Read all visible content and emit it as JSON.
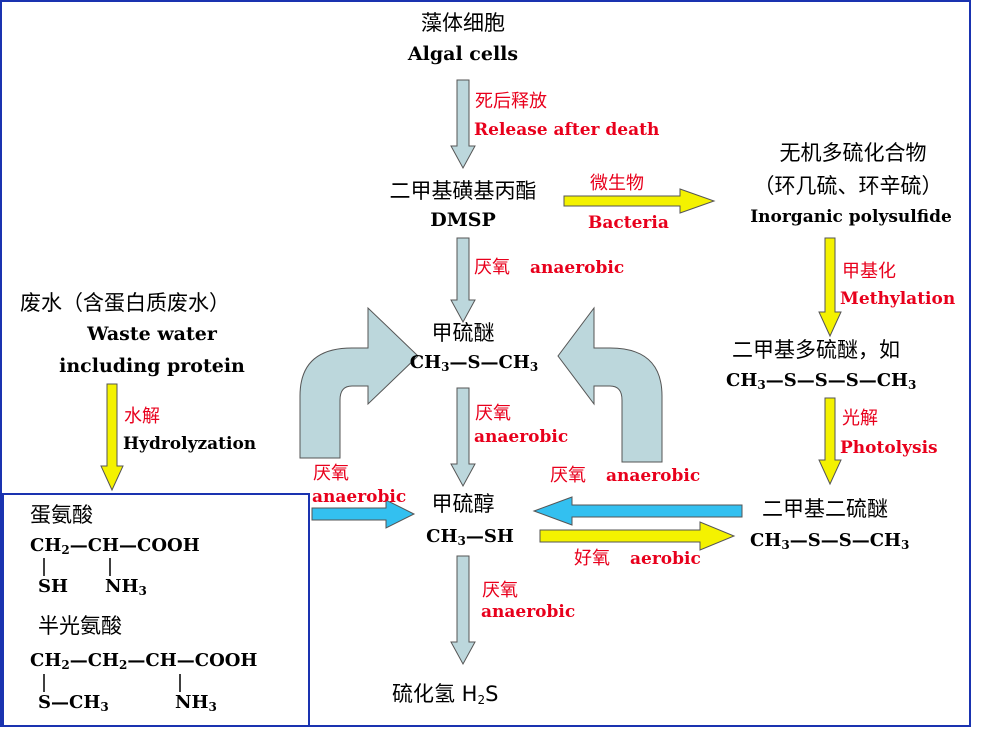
{
  "algal": {
    "zh": "藻体细胞",
    "en": "Algal cells"
  },
  "release": {
    "zh": "死后释放",
    "en": "Release after death"
  },
  "dmsp": {
    "zh": "二甲基磺基丙酯",
    "en": "DMSP"
  },
  "bacteria": {
    "zh": "微生物",
    "en": "Bacteria"
  },
  "polysulfide": {
    "zh": "无机多硫化合物",
    "zh2": "（环几硫、环辛硫）",
    "en": "Inorganic polysulfide"
  },
  "methylation": {
    "zh": "甲基化",
    "en": "Methylation"
  },
  "dmps": {
    "zh": "二甲基多硫醚，如",
    "formula": "CH3—S—S—S—CH3"
  },
  "photolysis": {
    "zh": "光解",
    "en": "Photolysis"
  },
  "dmds": {
    "zh": "二甲基二硫醚",
    "formula": "CH3—S—S—CH3"
  },
  "wastewater": {
    "zh": "废水（含蛋白质废水）",
    "en1": "Waste water",
    "en2": "including protein"
  },
  "hydrolysis": {
    "zh": "水解",
    "en": "Hydrolyzation"
  },
  "dms": {
    "zh": "甲硫醚",
    "formula": "CH3—S—CH3"
  },
  "mesh": {
    "zh": "甲硫醇",
    "formula": "CH3—SH"
  },
  "h2s": {
    "zh": "硫化氢 H2S"
  },
  "anaerobic1": {
    "zh": "厌氧",
    "en": "anaerobic"
  },
  "anaerobic2": {
    "zh": "厌氧",
    "en": "anaerobic"
  },
  "anaerobic3": {
    "zh": "厌氧",
    "en": "anaerobic"
  },
  "anaerobic4": {
    "zh": "厌氧",
    "en": "anaerobic"
  },
  "anaerobic5": {
    "zh": "厌氧",
    "en": "anaerobic"
  },
  "aerobic": {
    "zh": "好氧",
    "en": "aerobic"
  },
  "methionine": {
    "zh": "蛋氨酸",
    "l1": "CH2—CH—COOH",
    "l2a": "SH",
    "l2b": "NH3"
  },
  "cysteine": {
    "zh": "半光氨酸",
    "l1": "CH2—CH2—CH—COOH",
    "l2a": "S—CH3",
    "l2b": "NH3"
  },
  "colors": {
    "border": "#1a33b0",
    "red": "#e8001c",
    "gray_arrow": "#bcd7dc",
    "yellow_arrow": "#f4f200",
    "blue_arrow": "#33c0f0"
  }
}
